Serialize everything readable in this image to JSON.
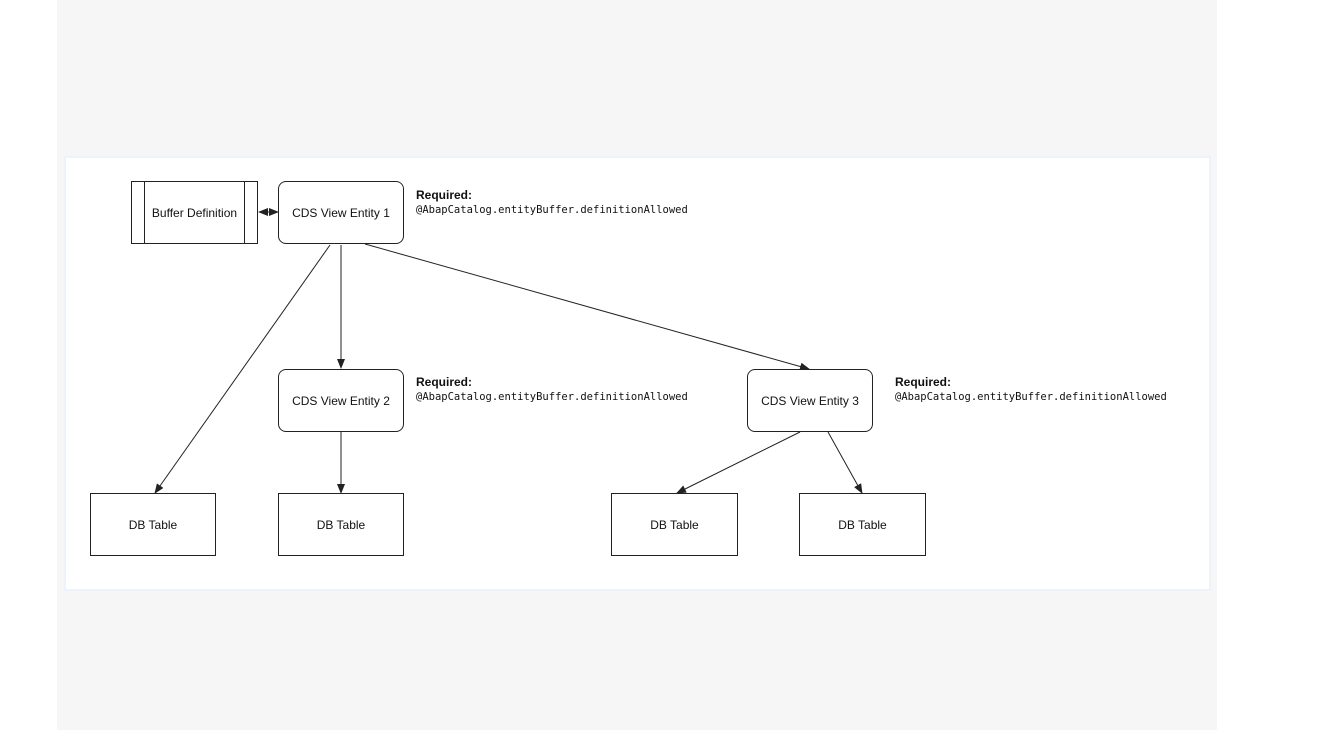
{
  "diagram": {
    "buffer_definition": "Buffer Definition",
    "entities": {
      "e1": "CDS View Entity 1",
      "e2": "CDS View Entity 2",
      "e3": "CDS View Entity 3"
    },
    "db_tables": [
      "DB Table",
      "DB Table",
      "DB Table",
      "DB Table"
    ],
    "annotations": [
      {
        "heading": "Required:",
        "code": "@AbapCatalog.entityBuffer.definitionAllowed"
      },
      {
        "heading": "Required:",
        "code": "@AbapCatalog.entityBuffer.definitionAllowed"
      },
      {
        "heading": "Required:",
        "code": "@AbapCatalog.entityBuffer.definitionAllowed"
      }
    ],
    "colors": {
      "stroke": "#222222",
      "card_border": "#eef2fa",
      "page_background": "#f6f6f6"
    }
  }
}
